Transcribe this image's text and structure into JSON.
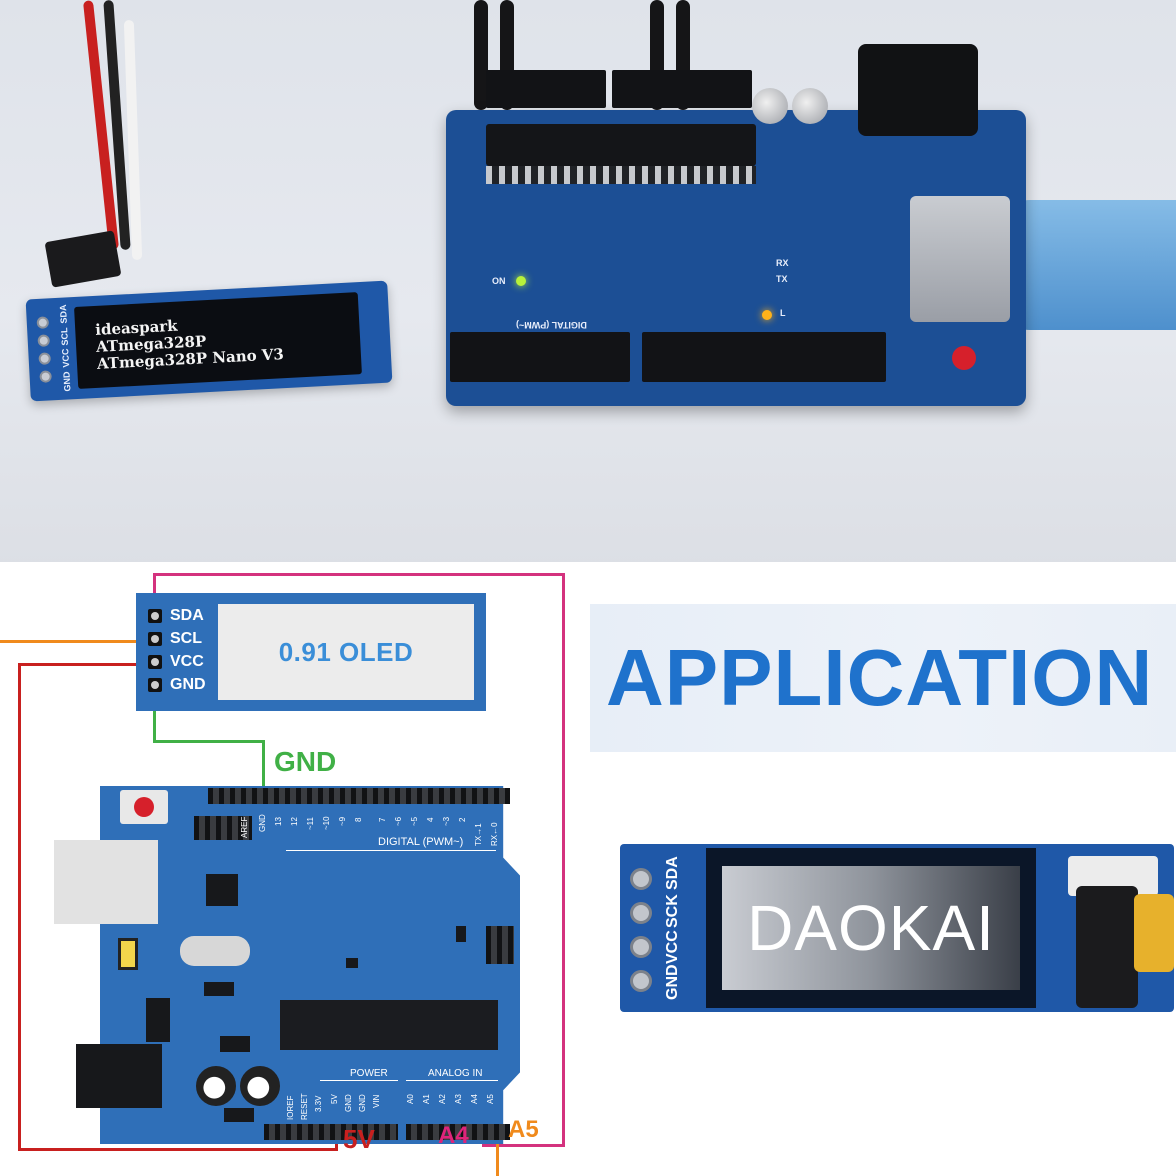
{
  "photo": {
    "oled_screen_lines": [
      "ideaspark",
      "ATmega328P",
      "ATmega328P Nano V3"
    ],
    "oled_pins": [
      "GND",
      "VCC",
      "SCL",
      "SDA"
    ],
    "board_labels": {
      "on": "ON",
      "l": "L",
      "tx": "TX",
      "rx": "RX",
      "digital": "DIGITAL (PWM~)"
    }
  },
  "diagram": {
    "oled_label": "0.91 OLED",
    "oled_pins": [
      "SDA",
      "SCL",
      "VCC",
      "GND"
    ],
    "wire_labels": {
      "gnd": "GND",
      "v5": "5V",
      "a4": "A4",
      "a5": "A5"
    },
    "wire_colors": {
      "sda": "#d4327e",
      "scl": "#f08a1c",
      "vcc": "#c8201f",
      "gnd": "#40b046"
    },
    "arduino": {
      "digital_label": "DIGITAL (PWM~)",
      "top_pins": [
        "AREF",
        "GND",
        "13",
        "12",
        "~11",
        "~10",
        "~9",
        "8",
        "7",
        "~6",
        "~5",
        "4",
        "~3",
        "2",
        "TX→1",
        "RX←0"
      ],
      "power_label": "POWER",
      "analog_label": "ANALOG IN",
      "power_pins": [
        "IOREF",
        "RESET",
        "3.3V",
        "5V",
        "GND",
        "GND",
        "VIN"
      ],
      "analog_pins": [
        "A0",
        "A1",
        "A2",
        "A3",
        "A4",
        "A5"
      ]
    }
  },
  "banner": {
    "title": "APPLICATION"
  },
  "product": {
    "brand": "DAOKAI",
    "pins": [
      "GND",
      "VCC",
      "SCK",
      "SDA"
    ]
  },
  "colors": {
    "board_blue": "#2f6fb8",
    "banner_text": "#1f72cc",
    "oled_label": "#3a8ed8"
  }
}
